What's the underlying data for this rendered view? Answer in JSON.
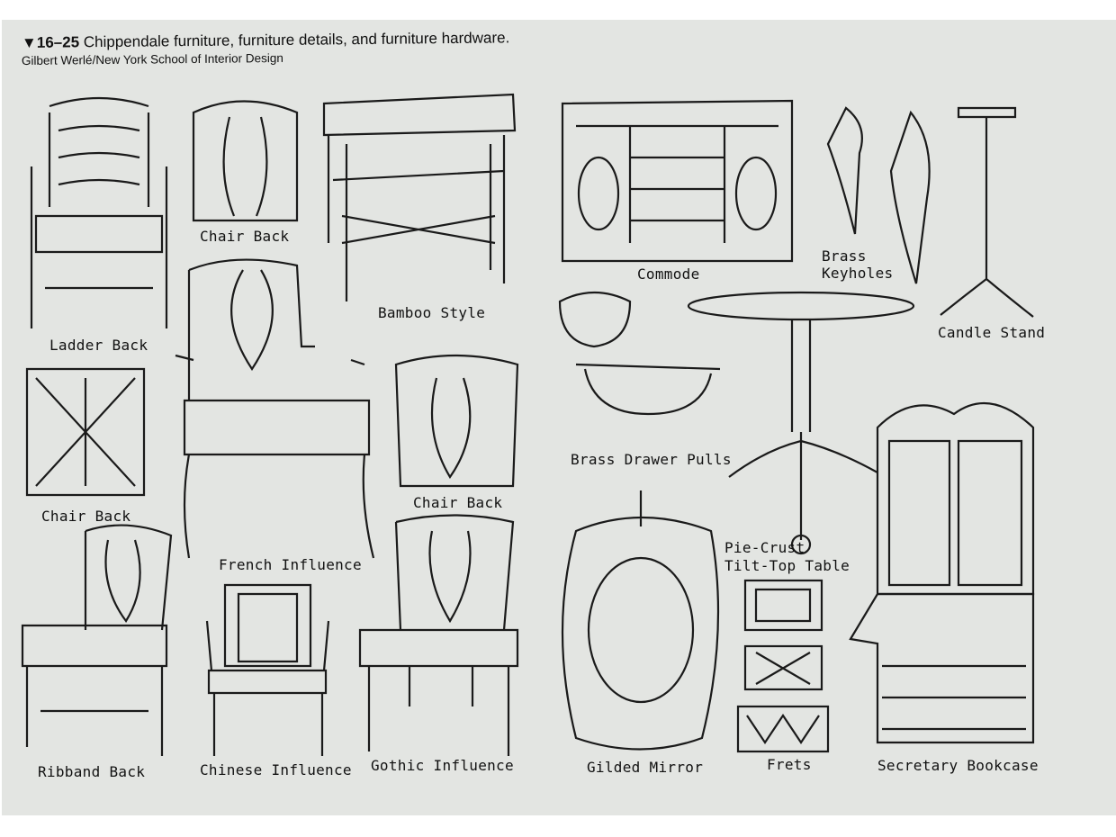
{
  "caption": {
    "figure_marker": "▼",
    "figure_number": "16–25",
    "title": "Chippendale furniture, furniture details, and furniture hardware.",
    "credit": "Gilbert Werlé/New York School of Interior Design"
  },
  "labels": {
    "ladder_back": "Ladder Back",
    "chair_back_1": "Chair Back",
    "bamboo_style": "Bamboo Style",
    "commode": "Commode",
    "brass_keyholes_1": "Brass",
    "brass_keyholes_2": "Keyholes",
    "candle_stand": "Candle Stand",
    "brass_drawer_pulls": "Brass Drawer Pulls",
    "chair_back_2": "Chair Back",
    "chair_back_3": "Chair Back",
    "french_influence": "French Influence",
    "pie_crust_1": "Pie-Crust",
    "pie_crust_2": "Tilt-Top Table",
    "ribband_back": "Ribband Back",
    "chinese_influence": "Chinese Influence",
    "gothic_influence": "Gothic Influence",
    "gilded_mirror": "Gilded Mirror",
    "frets": "Frets",
    "secretary_bookcase": "Secretary Bookcase"
  }
}
